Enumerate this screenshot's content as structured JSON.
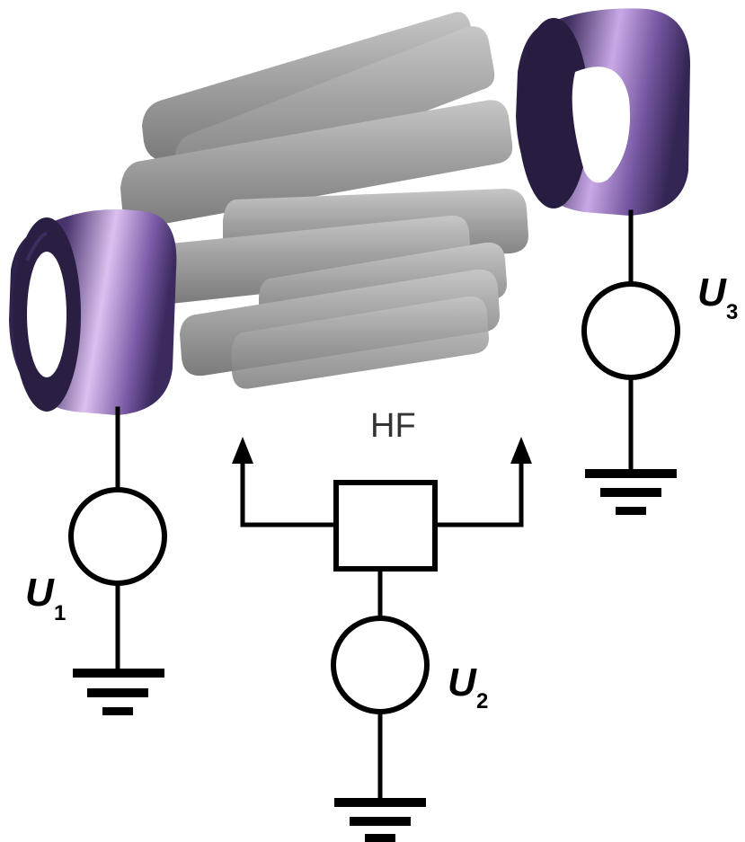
{
  "labels": {
    "hf": "HF",
    "u1": {
      "main": "U",
      "sub": "1"
    },
    "u2": {
      "main": "U",
      "sub": "2"
    },
    "u3": {
      "main": "U",
      "sub": "3"
    }
  },
  "colors": {
    "ring_dark": "#2b2045",
    "ring_light": "#d8b8ec",
    "rod_light": "#a8a8a8",
    "rod_dark": "#5f5f5f",
    "wire": "#000000",
    "background": "#ffffff"
  }
}
